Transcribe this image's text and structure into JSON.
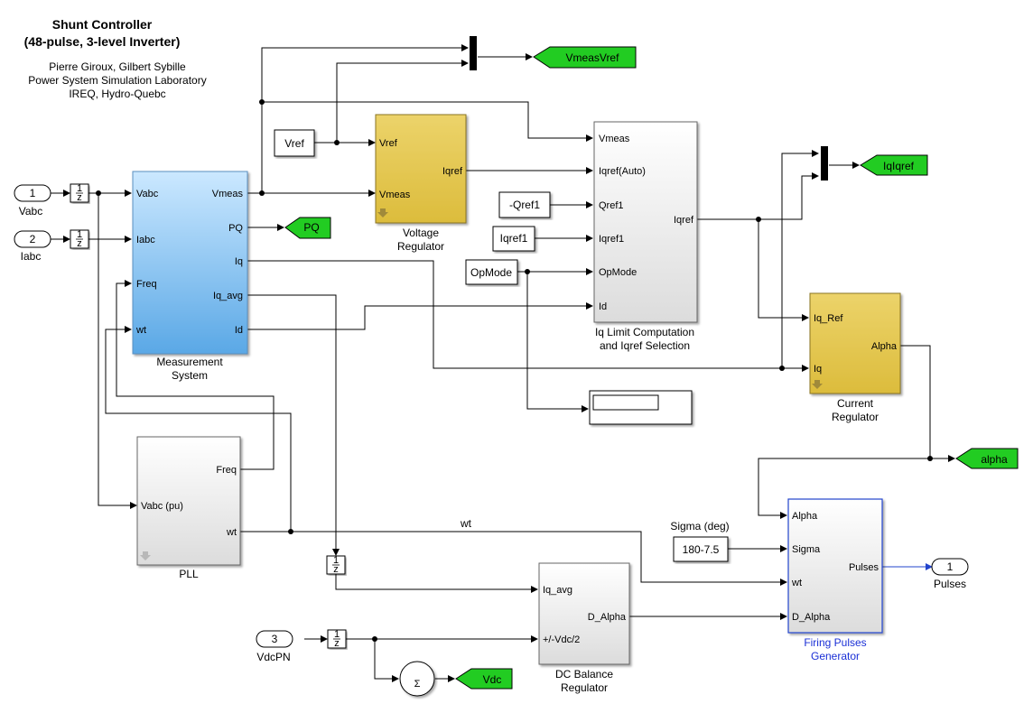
{
  "header": {
    "title_line1": "Shunt Controller",
    "title_line2": "(48-pulse, 3-level Inverter)",
    "authors_line1": "Pierre Giroux, Gilbert Sybille",
    "authors_line2": "Power System Simulation Laboratory",
    "authors_line3": "IREQ, Hydro-Quebc"
  },
  "inports": [
    {
      "num": "1",
      "name": "Vabc"
    },
    {
      "num": "2",
      "name": "Iabc"
    },
    {
      "num": "3",
      "name": "VdcPN"
    }
  ],
  "outport": {
    "num": "1",
    "name": "Pulses"
  },
  "goto_tags": {
    "vmeasvref": "VmeasVref",
    "pq": "PQ",
    "iqiqref": "IqIqref",
    "alpha": "alpha",
    "vdc": "Vdc"
  },
  "constants": {
    "vref": "Vref",
    "qref1": "-Qref1",
    "iqref1": "Iqref1",
    "opmode": "OpMode",
    "sigma": "180-7.5"
  },
  "sigma_label": "Sigma (deg)",
  "wt_line_label": "wt",
  "delay_icon": {
    "num": "1",
    "den": "z"
  },
  "blocks": {
    "measurement": {
      "name_line1": "Measurement",
      "name_line2": "System",
      "inputs": [
        "Vabc",
        "Iabc",
        "Freq",
        "wt"
      ],
      "outputs": [
        "Vmeas",
        "PQ",
        "Iq",
        "Iq_avg",
        "Id"
      ]
    },
    "voltage_reg": {
      "name_line1": "Voltage",
      "name_line2": "Regulator",
      "inputs": [
        "Vref",
        "Vmeas"
      ],
      "outputs": [
        "Iqref"
      ]
    },
    "iq_limit": {
      "name_line1": "Iq Limit Computation",
      "name_line2": "and Iqref Selection",
      "inputs": [
        "Vmeas",
        "Iqref(Auto)",
        "Qref1",
        "Iqref1",
        "OpMode",
        "Id"
      ],
      "outputs": [
        "Iqref"
      ]
    },
    "current_reg": {
      "name_line1": "Current",
      "name_line2": "Regulator",
      "inputs": [
        "Iq_Ref",
        "Iq"
      ],
      "outputs": [
        "Alpha"
      ]
    },
    "pll": {
      "name": "PLL",
      "inputs": [
        "Vabc (pu)"
      ],
      "outputs": [
        "Freq",
        "wt"
      ]
    },
    "dc_balance": {
      "name_line1": "DC Balance",
      "name_line2": "Regulator",
      "inputs": [
        "Iq_avg",
        "+/-Vdc/2"
      ],
      "outputs": [
        "D_Alpha"
      ]
    },
    "firing": {
      "name_line1": "Firing Pulses",
      "name_line2": "Generator",
      "inputs": [
        "Alpha",
        "Sigma",
        "wt",
        "D_Alpha"
      ],
      "outputs": [
        "Pulses"
      ]
    }
  },
  "colors": {
    "measurement_fill": "#9fd0f5",
    "regulator_fill": "#e8cf55",
    "goto_fill": "#22cc22",
    "firing_border": "#2244cc",
    "firing_label": "#1a2fd6"
  }
}
